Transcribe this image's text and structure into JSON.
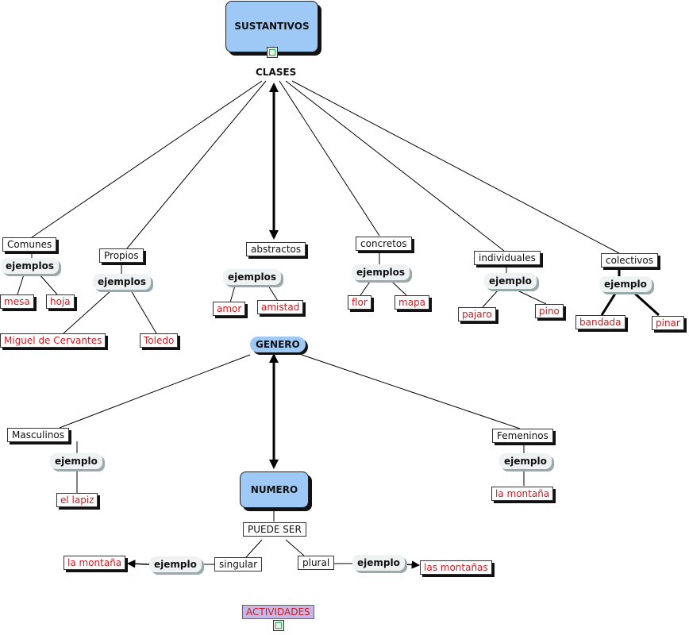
{
  "title": "SUSTANTIVOS",
  "clases_label": "CLASES",
  "genero_label": "GENERO",
  "numero_label": "NUMERO",
  "puede_ser_label": "PUEDE SER",
  "activities_label": "ACTIVIDADES",
  "clases": {
    "comunes": {
      "label": "Comunes",
      "link": "ejemplos",
      "examples": [
        "mesa",
        "hoja"
      ]
    },
    "propios": {
      "label": "Propios",
      "link": "ejemplos",
      "examples": [
        "Miguel de Cervantes",
        "Toledo"
      ]
    },
    "abstractos": {
      "label": "abstractos",
      "link": "ejemplos",
      "examples": [
        "amor",
        "amistad"
      ]
    },
    "concretos": {
      "label": "concretos",
      "link": "ejemplos",
      "examples": [
        "flor",
        "mapa"
      ]
    },
    "individuales": {
      "label": "individuales",
      "link": "ejemplo",
      "examples": [
        "pajaro",
        "pino"
      ]
    },
    "colectivos": {
      "label": "colectivos",
      "link": "ejemplo",
      "examples": [
        "bandada",
        "pinar"
      ]
    }
  },
  "genero": {
    "masculinos": {
      "label": "Masculinos",
      "link": "ejemplo",
      "example": "el lapiz"
    },
    "femeninos": {
      "label": "Femeninos",
      "link": "ejemplo",
      "example": "la montaña"
    }
  },
  "numero": {
    "singular": {
      "label": "singular",
      "link": "ejemplo",
      "example": "la montaña"
    },
    "plural": {
      "label": "plural",
      "link": "ejemplo",
      "example": "las montañas"
    }
  },
  "colors": {
    "main_node": "#9ec9f7",
    "example_text": "#d0191f",
    "activity_bg": "#c5b8e6"
  },
  "icons": [
    "film-resource-icon",
    "document-resource-icon"
  ]
}
